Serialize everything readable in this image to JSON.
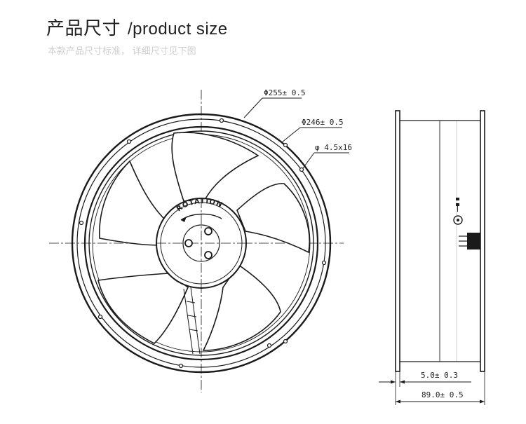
{
  "header": {
    "title_cn": "产品尺寸",
    "title_en": "/product size",
    "subtitle": "本款产品尺寸标准， 详细尺寸见下图"
  },
  "front_view": {
    "dim_outer": "Φ255± 0.5",
    "dim_inner": "Φ246± 0.5",
    "dim_hole": "φ 4.5x16",
    "rotation_label": "ROTATION"
  },
  "side_view": {
    "dim_flange": "5.0± 0.3",
    "dim_depth": "89.0± 0.5"
  },
  "colors": {
    "ink": "#1f1f1f",
    "subtitle": "#cfcfcf"
  }
}
